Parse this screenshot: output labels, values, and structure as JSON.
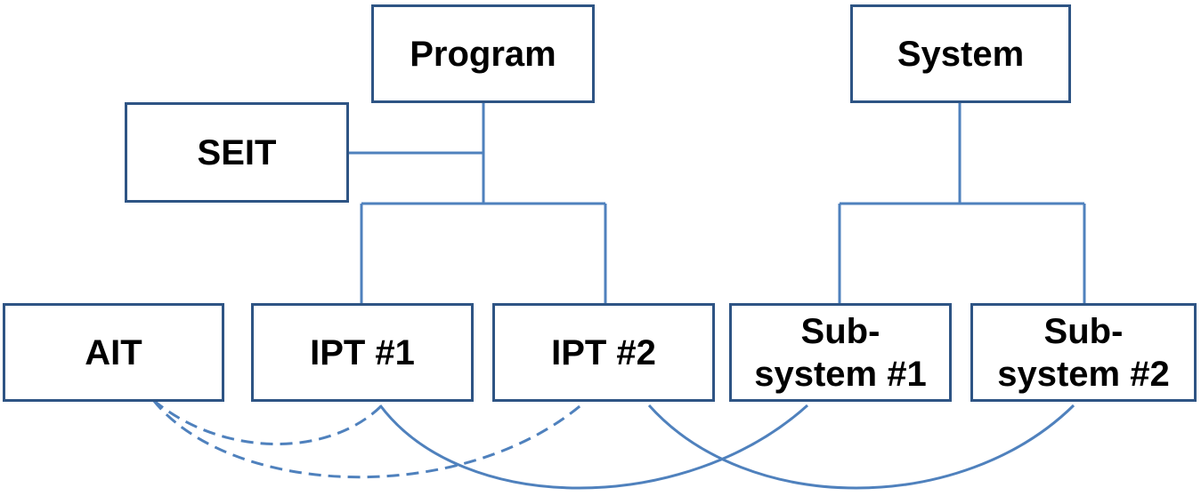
{
  "diagram": {
    "colors": {
      "box_border": "#2e5484",
      "connector": "#4f81bd",
      "text": "#000000"
    },
    "nodes": {
      "program": {
        "label": "Program"
      },
      "system": {
        "label": "System"
      },
      "seit": {
        "label": "SEIT"
      },
      "ait": {
        "label": "AIT"
      },
      "ipt1": {
        "label": "IPT #1"
      },
      "ipt2": {
        "label": "IPT #2"
      },
      "subsystem1": {
        "label": "Sub-\nsystem #1"
      },
      "subsystem2": {
        "label": "Sub-\nsystem #2"
      }
    },
    "hierarchy_edges": [
      {
        "from": "program",
        "to": "seit",
        "style": "solid"
      },
      {
        "from": "program",
        "to": "ipt1",
        "style": "solid"
      },
      {
        "from": "program",
        "to": "ipt2",
        "style": "solid"
      },
      {
        "from": "system",
        "to": "subsystem1",
        "style": "solid"
      },
      {
        "from": "system",
        "to": "subsystem2",
        "style": "solid"
      }
    ],
    "cross_links": [
      {
        "from": "ipt1",
        "to": "subsystem1",
        "style": "solid"
      },
      {
        "from": "ipt2",
        "to": "subsystem2",
        "style": "solid"
      },
      {
        "from": "ait",
        "to": "ipt1",
        "style": "dashed"
      },
      {
        "from": "ait",
        "to": "ipt2",
        "style": "dashed"
      }
    ]
  }
}
